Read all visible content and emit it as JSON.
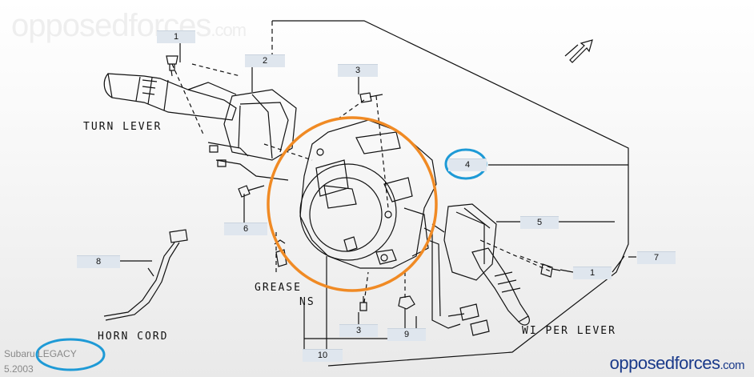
{
  "watermark": {
    "main": "opposedforces",
    "suffix": ".com"
  },
  "labels": {
    "turn_lever": "TURN LEVER",
    "wiper_lever": "WI PER LEVER",
    "horn_cord": "HORN CORD",
    "grease": "GREASE",
    "ns": "NS"
  },
  "callouts": {
    "c1_top": "1",
    "c2": "2",
    "c3_top": "3",
    "c4": "4",
    "c5": "5",
    "c6": "6",
    "c7": "7",
    "c1_right": "1",
    "c8": "8",
    "c3_bottom": "3",
    "c9": "9",
    "c10": "10"
  },
  "model": {
    "name": "Subaru LEGACY",
    "date": "5.2003"
  },
  "colors": {
    "highlight_orange": "#f08a24",
    "highlight_blue": "#1e9ad6",
    "callout_bg": "#dfe6ee",
    "line": "#111111",
    "brand_blue": "#1a3a8a"
  }
}
